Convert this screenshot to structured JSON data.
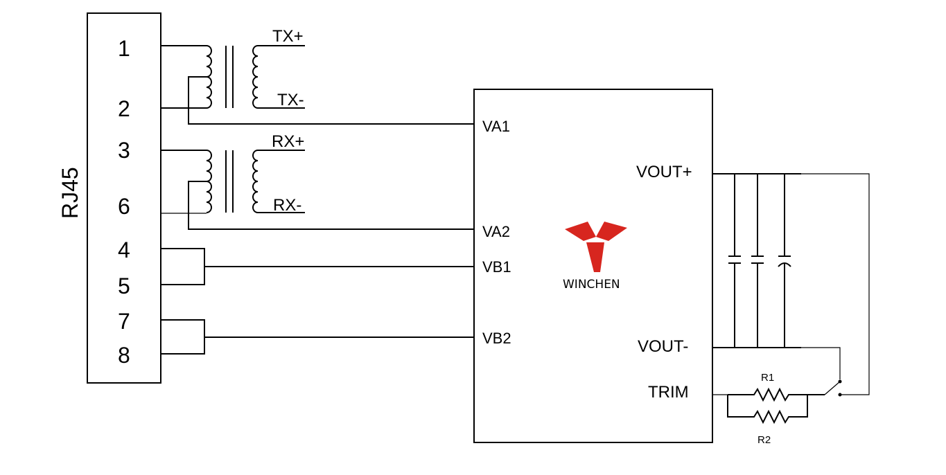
{
  "connector": {
    "title": "RJ45",
    "pins": [
      "1",
      "2",
      "3",
      "6",
      "4",
      "5",
      "7",
      "8"
    ]
  },
  "transformers": {
    "tx_plus": "TX+",
    "tx_minus": "TX-",
    "rx_plus": "RX+",
    "rx_minus": "RX-"
  },
  "module": {
    "inputs": [
      "VA1",
      "VA2",
      "VB1",
      "VB2"
    ],
    "outputs": {
      "vout_plus": "VOUT+",
      "vout_minus": "VOUT-",
      "trim": "TRIM"
    },
    "brand": "WINCHEN",
    "brand_color": "#d7261f"
  },
  "resistors": {
    "r1": "R1",
    "r2": "R2"
  }
}
